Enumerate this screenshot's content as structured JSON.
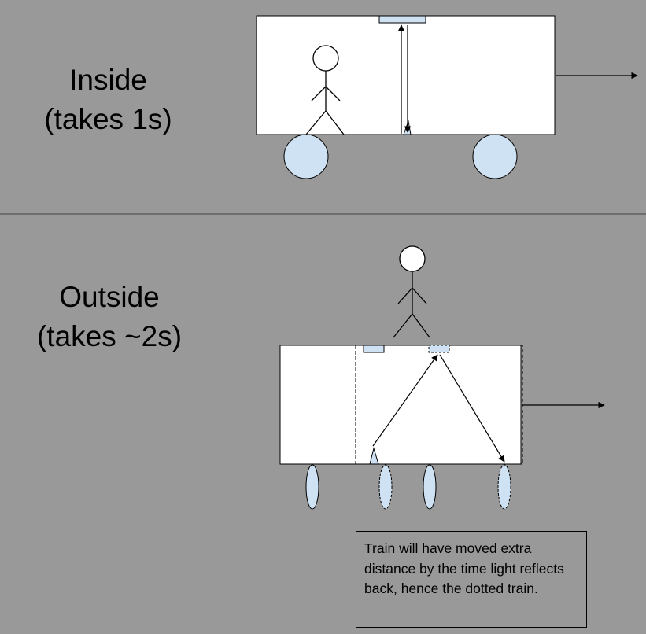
{
  "inside": {
    "title_line1": "Inside",
    "title_line2": "(takes 1s)"
  },
  "outside": {
    "title_line1": "Outside",
    "title_line2": "(takes ~2s)"
  },
  "note": {
    "text": "Train will have moved extra distance by the time light reflects back, hence the dotted train."
  },
  "colors": {
    "background": "#999999",
    "divider": "#6e6e6e",
    "train_body": "#ffffff",
    "wheel_fill": "#cfe2f3",
    "mirror_fill": "#cfe2f3",
    "stroke": "#000000"
  },
  "icons": [
    "stick-figure-icon",
    "arrow-right-icon"
  ]
}
